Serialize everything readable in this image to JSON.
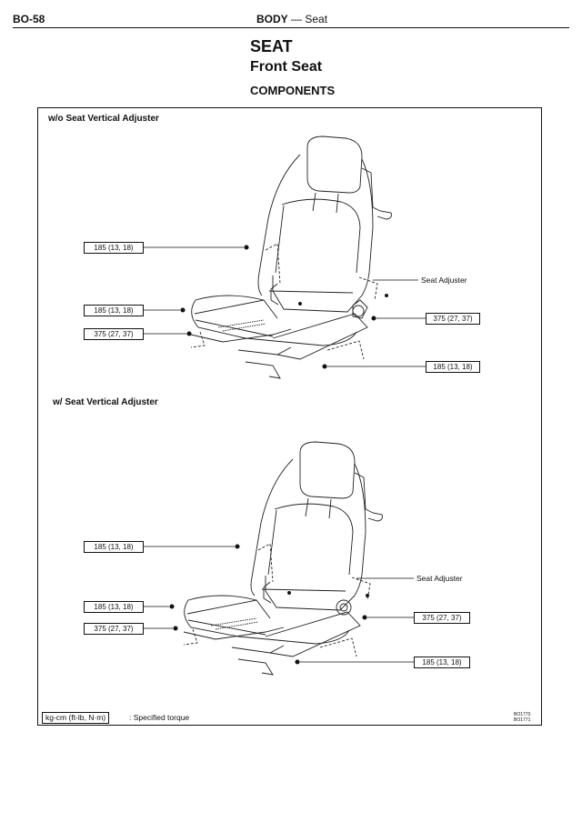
{
  "header": {
    "page_number": "BO-58",
    "section_main": "BODY",
    "section_separator": "—",
    "section_sub": "Seat"
  },
  "title": "SEAT",
  "subtitle": "Front Seat",
  "components_heading": "COMPONENTS",
  "diagram_top": {
    "heading": "w/o Seat Vertical Adjuster",
    "torque_labels": [
      "185 (13, 18)",
      "185 (13, 18)",
      "375 (27, 37)",
      "375 (27, 37)",
      "185 (13, 18)"
    ],
    "part_label": "Seat Adjuster"
  },
  "diagram_bottom": {
    "heading": "w/ Seat Vertical Adjuster",
    "torque_labels": [
      "185 (13, 18)",
      "185 (13, 18)",
      "375 (27, 37)",
      "375 (27, 37)",
      "185 (13, 18)"
    ],
    "part_label": "Seat Adjuster"
  },
  "legend": {
    "unit": "kg-cm (ft-lb, N·m)",
    "description": ": Specified torque"
  },
  "figure_codes": [
    "BO1770",
    "BO1771"
  ]
}
